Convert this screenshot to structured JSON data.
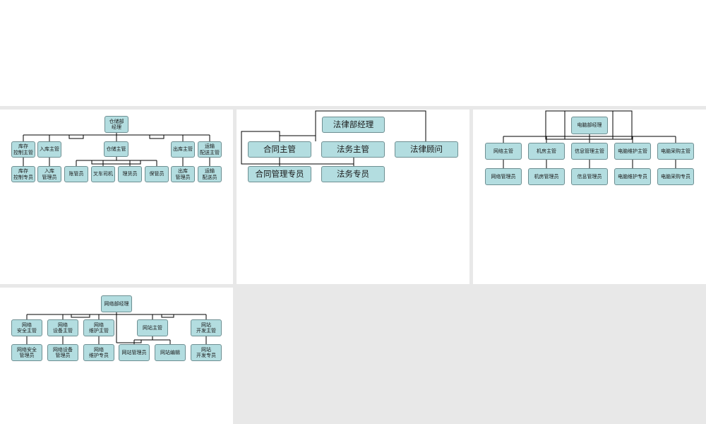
{
  "colors": {
    "box_fill": "#b3dde0",
    "box_border": "#6e8f92",
    "line": "#000000",
    "panel_bg": "#ffffff",
    "gap_bg": "#e8e8e8"
  },
  "storage": {
    "manager": "仓储部\n经理",
    "sup_inventory": "库存\n控制主管",
    "sup_inbound": "入库主管",
    "sup_storage": "仓储主管",
    "sup_outbound": "出库主管",
    "sup_transport": "运输\n配送主管",
    "st_inventory": "库存\n控制专员",
    "st_inbound": "入库\n管理员",
    "st_accounts": "账管员",
    "st_forklift": "叉车司机",
    "st_goods": "理货员",
    "st_custody": "保管员",
    "st_outbound": "出库\n管理员",
    "st_delivery": "运输\n配送员"
  },
  "legal": {
    "manager": "法律部经理",
    "sup_contract": "合同主管",
    "sup_legal": "法务主管",
    "advisor": "法律顾问",
    "st_contract": "合同管理专员",
    "st_legal": "法务专员"
  },
  "computer": {
    "manager": "电脑部经理",
    "sup_network": "网络主管",
    "sup_room": "机房主管",
    "sup_info": "信息管理主管",
    "sup_maint": "电脑维护主管",
    "sup_purchase": "电脑采购主管",
    "st_network": "网络管理员",
    "st_room": "机房管理员",
    "st_info": "信息管理员",
    "st_maint": "电脑维护专员",
    "st_purchase": "电脑采购专员"
  },
  "network": {
    "manager": "网络部经理",
    "sup_security": "网络\n安全主管",
    "sup_equip": "网络\n设备主管",
    "sup_maint": "网络\n维护主管",
    "sup_site": "网站主管",
    "sup_dev": "网站\n开发主管",
    "st_security": "网络安全\n管理员",
    "st_equip": "网络设备\n管理员",
    "st_maint": "网络\n维护专员",
    "st_site_admin": "网站管理员",
    "st_site_editor": "网站编辑",
    "st_dev": "网站\n开发专员"
  }
}
